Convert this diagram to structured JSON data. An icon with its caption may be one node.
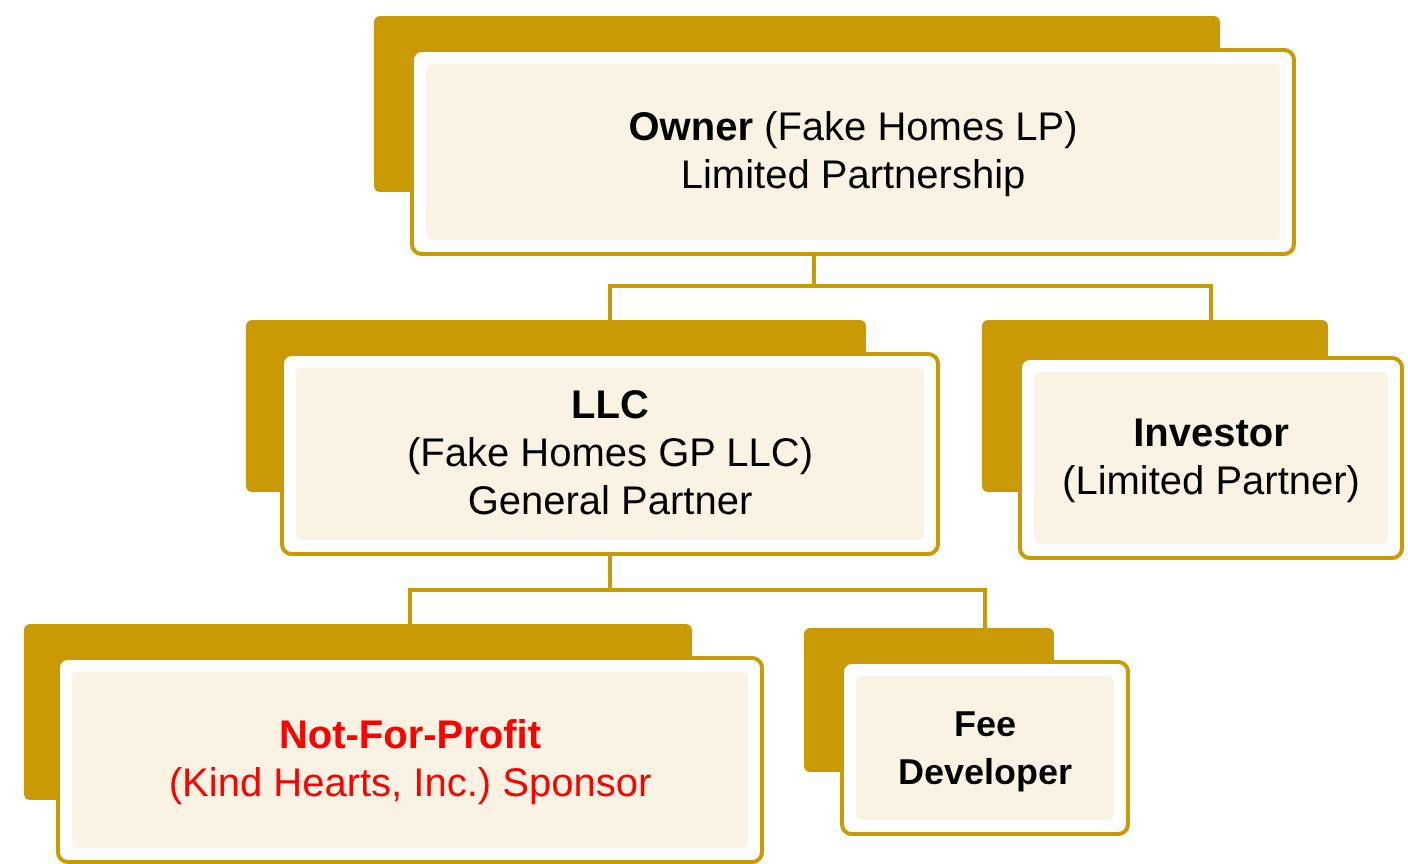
{
  "diagram": {
    "nodes": [
      {
        "text": [
          "**Owner** (Fake Homes LP)",
          "Limited Partnership"
        ]
      },
      {
        "text": [
          "LLC",
          "(Fake Homes GP LLC) General Partner"
        ]
      },
      {
        "text": [
          "Investor",
          "(Limited Partner)"
        ]
      },
      {
        "text": [
          "Not-For-Profit",
          "(Kind Hearts, Inc.) Sponsor"
        ]
      },
      {
        "text": [
          "Fee Developer"
        ]
      }
    ],
    "edges": [
      {
        "from": 0,
        "to": 1,
        "arrow": "none"
      },
      {
        "from": 0,
        "to": 2,
        "arrow": "none"
      },
      {
        "from": 1,
        "to": 3,
        "arrow": "none"
      },
      {
        "from": 1,
        "to": 4,
        "arrow": "none"
      }
    ]
  }
}
